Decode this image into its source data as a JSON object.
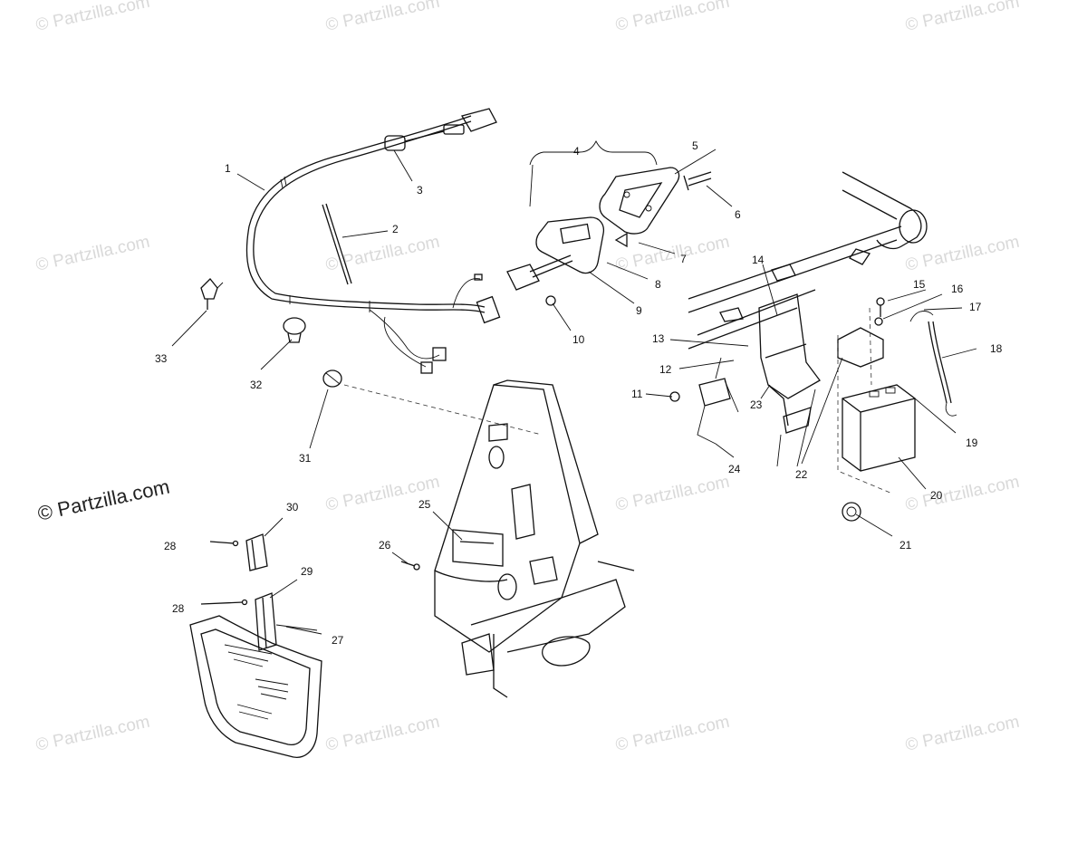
{
  "watermark": {
    "text": "© Partzilla.com",
    "color": "#d9d9d9",
    "main_color": "#222222"
  },
  "callouts": [
    {
      "id": "1",
      "label": "1"
    },
    {
      "id": "2",
      "label": "2"
    },
    {
      "id": "3",
      "label": "3"
    },
    {
      "id": "4",
      "label": "4"
    },
    {
      "id": "5",
      "label": "5"
    },
    {
      "id": "6",
      "label": "6"
    },
    {
      "id": "7",
      "label": "7"
    },
    {
      "id": "8",
      "label": "8"
    },
    {
      "id": "9",
      "label": "9"
    },
    {
      "id": "10",
      "label": "10"
    },
    {
      "id": "11",
      "label": "11"
    },
    {
      "id": "12",
      "label": "12"
    },
    {
      "id": "13",
      "label": "13"
    },
    {
      "id": "14",
      "label": "14"
    },
    {
      "id": "15",
      "label": "15"
    },
    {
      "id": "16",
      "label": "16"
    },
    {
      "id": "17",
      "label": "17"
    },
    {
      "id": "18",
      "label": "18"
    },
    {
      "id": "19",
      "label": "19"
    },
    {
      "id": "20",
      "label": "20"
    },
    {
      "id": "21",
      "label": "21"
    },
    {
      "id": "22",
      "label": "22"
    },
    {
      "id": "23",
      "label": "23"
    },
    {
      "id": "24",
      "label": "24"
    },
    {
      "id": "25",
      "label": "25"
    },
    {
      "id": "26",
      "label": "26"
    },
    {
      "id": "27",
      "label": "27"
    },
    {
      "id": "28a",
      "label": "28"
    },
    {
      "id": "28b",
      "label": "28"
    },
    {
      "id": "29",
      "label": "29"
    },
    {
      "id": "30",
      "label": "30"
    },
    {
      "id": "31",
      "label": "31"
    },
    {
      "id": "32",
      "label": "32"
    },
    {
      "id": "33",
      "label": "33"
    }
  ]
}
